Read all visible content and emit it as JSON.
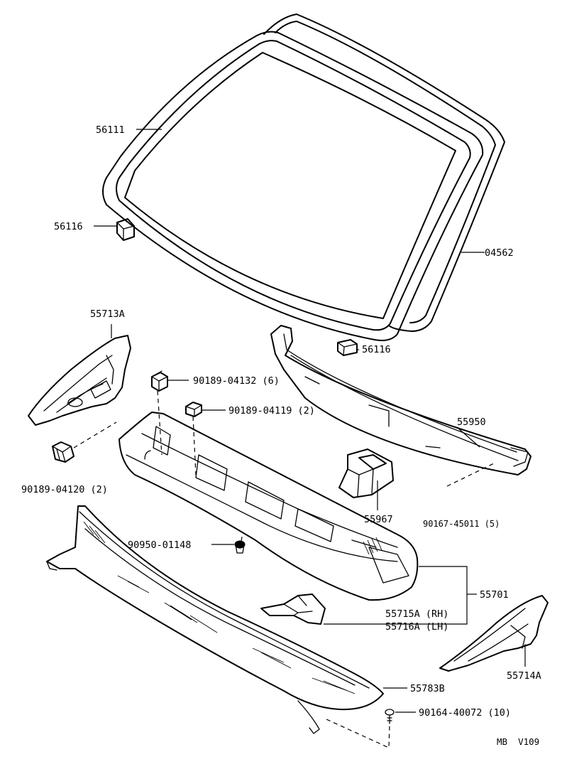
{
  "diagram": {
    "labels": {
      "windshield_glass": "56111",
      "spacer_left": "56116",
      "spacer_right": "56116",
      "moulding": "04562",
      "side_panel_left": "55713A",
      "clip_6": "90189-04132 (6)",
      "clip_2": "90189-04119 (2)",
      "clip_left": "90189-04120 (2)",
      "seal_55950": "55950",
      "duct_55967": "55967",
      "clip_5": "90167-45011 (5)",
      "grommet": "90950-01148",
      "cowl_panel": "55701",
      "bracket_rh": "55715A (RH)",
      "bracket_lh": "55716A (LH)",
      "side_panel_right": "55714A",
      "louver": "55783B",
      "screw": "90164-40072 (10)"
    },
    "footer_code": "MB  V109"
  }
}
